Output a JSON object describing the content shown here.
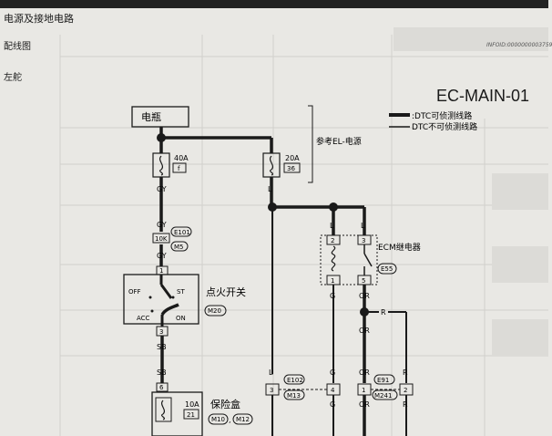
{
  "page": {
    "section_title": "电源及接地电路",
    "wiring_label": "配线图",
    "drive_label": "左舵",
    "info_id": "INFOID:0000000003759",
    "diagram_title": "EC-MAIN-01"
  },
  "legend": {
    "detectable": ":DTC可侦测线路",
    "not_detectable": "DTC不可侦测线路"
  },
  "diagram": {
    "battery": "电瓶",
    "fuse_40a": "40A",
    "fuse_40a_id": "f",
    "fuse_20a": "20A",
    "fuse_20a_id": "36",
    "ref_power": "参考EL-电源",
    "wire_gy_1": "GY",
    "wire_gy_2": "GY",
    "connector_e101": "E101",
    "pin_10k": "10K",
    "connector_m5": "M5",
    "wire_gy_3": "GY",
    "pin_1_ign": "1",
    "ign_off": "OFF",
    "ign_st": "ST",
    "ign_acc": "ACC",
    "ign_on": "ON",
    "ign_switch": "点火开关",
    "connector_m20": "M20",
    "pin_3_ign": "3",
    "wire_sb_1": "SB",
    "wire_sb_2": "SB",
    "pin_6": "6",
    "fuse_10a": "10A",
    "fuse_10a_id": "21",
    "fuse_box": "保险盒",
    "connector_m10": "M10",
    "connector_m12": "M12",
    "wire_l_1": "L",
    "wire_l_2": "L",
    "wire_l_3": "L",
    "wire_l_4": "L",
    "relay_pin_2": "2",
    "relay_pin_3": "3",
    "relay_pin_1": "1",
    "relay_pin_5": "5",
    "ecm_relay": "ECM继电器",
    "connector_e55": "E55",
    "wire_g_1": "G",
    "wire_g_2": "G",
    "wire_g_3": "G",
    "wire_or_1": "OR",
    "wire_or_2": "OR",
    "wire_or_3": "OR",
    "wire_or_4": "OR",
    "wire_r_1": "R",
    "wire_r_2": "R",
    "wire_r_3": "R",
    "connector_e102": "E102",
    "connector_m13": "M13",
    "pin_3_e102": "3",
    "pin_4_e102": "4",
    "connector_e91": "E91",
    "connector_m241": "M241",
    "pin_1_e91": "1",
    "pin_2_e91": "2"
  },
  "colors": {
    "ink": "#1a1a1a",
    "paper": "#e9e8e4",
    "ghost": "#d0d0cd"
  }
}
